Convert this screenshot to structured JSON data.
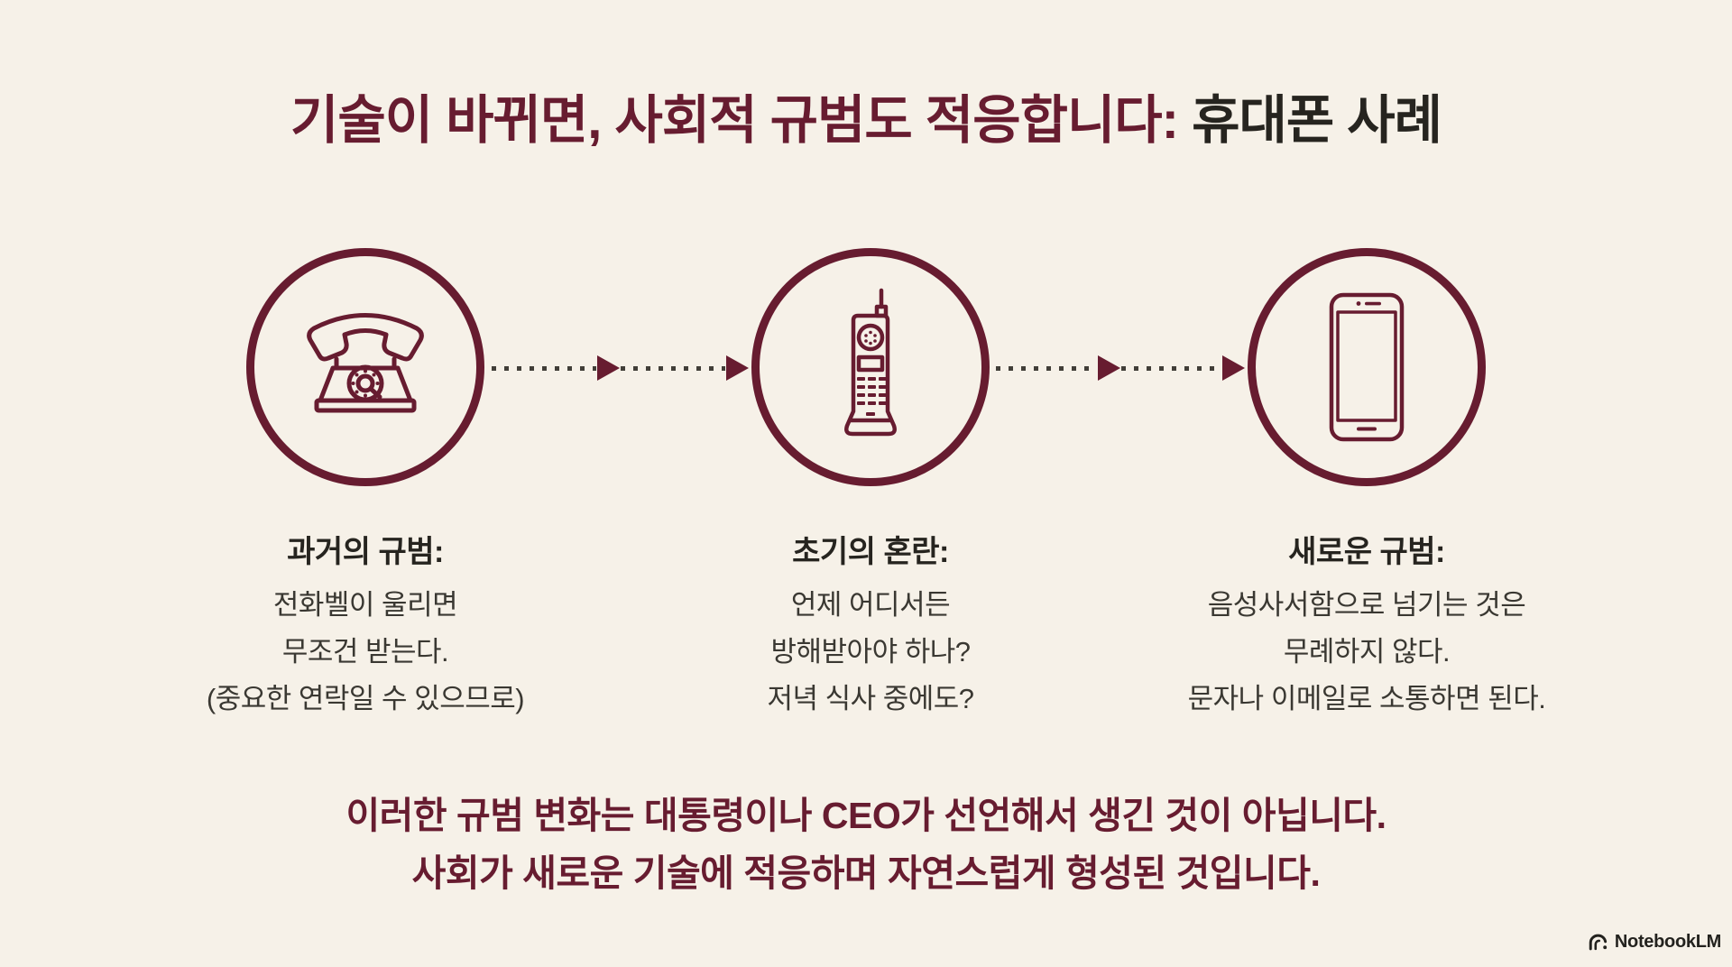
{
  "page": {
    "background": "#f6f1e8",
    "accent": "#671c30",
    "text_dark": "#26241f",
    "text_body": "#3a3832",
    "dot_color": "#413e38"
  },
  "title": {
    "main": "기술이 바뀌면, 사회적 규범도 적응합니다:",
    "highlight": " 휴대폰 사례"
  },
  "stages": [
    {
      "icon": "rotary-phone-icon",
      "heading": "과거의 규범:",
      "lines": [
        "전화벨이 울리면",
        "무조건 받는다.",
        "(중요한 연락일 수 있으므로)"
      ]
    },
    {
      "icon": "brick-cellphone-icon",
      "heading": "초기의 혼란:",
      "lines": [
        "언제 어디서든",
        "방해받아야 하나?",
        "저녁 식사 중에도?"
      ]
    },
    {
      "icon": "smartphone-icon",
      "heading": "새로운 규범:",
      "lines": [
        "음성사서함으로 넘기는 것은",
        "무례하지 않다.",
        "문자나 이메일로 소통하면 된다."
      ]
    }
  ],
  "conclusion": {
    "line1": "이러한 규범 변화는 대통령이나 CEO가 선언해서 생긴 것이 아닙니다.",
    "line2": "사회가 새로운 기술에 적응하며 자연스럽게 형성된 것입니다."
  },
  "branding": {
    "label": "NotebookLM",
    "icon": "notebooklm-logo-icon"
  }
}
